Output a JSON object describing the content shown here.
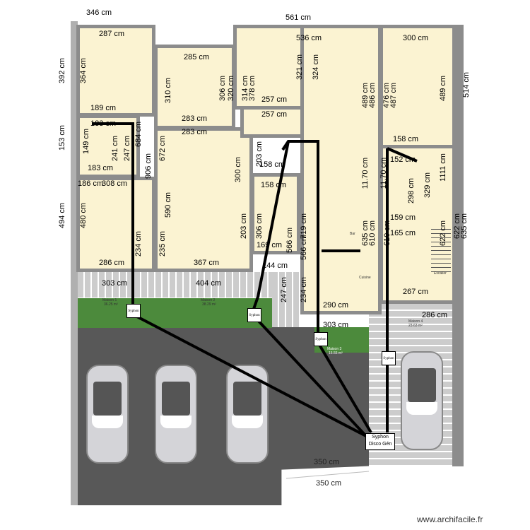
{
  "dimensions": {
    "h": [
      "346 cm",
      "561 cm",
      "287 cm",
      "536 cm",
      "300 cm",
      "285 cm",
      "257 cm",
      "257 cm",
      "189 cm",
      "183 cm",
      "283 cm",
      "283 cm",
      "158 cm",
      "158 cm",
      "152 cm",
      "183 cm",
      "186 cm",
      "308 cm",
      "158 cm",
      "159 cm",
      "165 cm",
      "169 cm",
      "144 cm",
      "286 cm",
      "367 cm",
      "267 cm",
      "303 cm",
      "404 cm",
      "290 cm",
      "303 cm",
      "286 cm",
      "350 cm",
      "350 cm"
    ],
    "v": [
      "392 cm",
      "153 cm",
      "494 cm",
      "364 cm",
      "480 cm",
      "310 cm",
      "672 cm",
      "590 cm",
      "235 cm",
      "234 cm",
      "906 cm",
      "684 cm",
      "247 cm",
      "241 cm",
      "149 cm",
      "306 cm",
      "320 cm",
      "314 cm",
      "378 cm",
      "321 cm",
      "324 cm",
      "300 cm",
      "203 cm",
      "203 cm",
      "306 cm",
      "719 cm",
      "566 cm",
      "566 cm",
      "247 cm",
      "234 cm",
      "489 cm",
      "486 cm",
      "11.70 cm",
      "11.70 cm",
      "635 cm",
      "610 cm",
      "476 cm",
      "487 cm",
      "489 cm",
      "514 cm",
      "1111 cm",
      "329 cm",
      "298 cm",
      "622 cm",
      "622 cm",
      "635 cm",
      "610 cm"
    ]
  },
  "zones": {
    "maison1": "Maison 1",
    "maison2": "Maison 2",
    "maison3": "Maison 3",
    "maison4": "Maison 4",
    "area1": "36.25 m²",
    "area2": "38.29 m²",
    "area3": "15.55 m²",
    "area4": "23.63 m²",
    "kitchen": "Cuisine",
    "bar": "Bar",
    "stairs": "Escalier"
  },
  "syphons": [
    "Syphon",
    "Syphon",
    "Syphon",
    "Syphon"
  ],
  "main_syphon": {
    "line1": "Syphon",
    "line2": "Disco Gén"
  },
  "watermark": "www.archifacile.fr",
  "colors": {
    "room": "#fbf3d2",
    "wall": "#8c8c8c",
    "lawn": "#4c8a3c",
    "asphalt": "#585858"
  }
}
